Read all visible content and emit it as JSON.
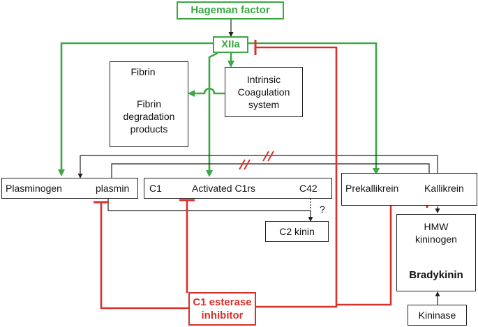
{
  "nodes": {
    "hageman": "Hageman factor",
    "xiia": "XIIa",
    "fibrin": "Fibrin",
    "fdp_1": "Fibrin",
    "fdp_2": "degradation",
    "fdp_3": "products",
    "intrinsic_1": "Intrinsic",
    "intrinsic_2": "Coagulation",
    "intrinsic_3": "system",
    "plasminogen": "Plasminogen",
    "plasmin": "plasmin",
    "c1": "C1",
    "activated_c1rs": "Activated C1rs",
    "c42": "C42",
    "prekallikrein": "Prekallikrein",
    "kallikrein": "Kallikrein",
    "c2kinin": "C2 kinin",
    "question": "?",
    "hmw_1": "HMW",
    "hmw_2": "kininogen",
    "bradykinin": "Bradykinin",
    "kininase": "Kininase",
    "inhibitor_1": "C1 esterase",
    "inhibitor_2": "inhibitor"
  },
  "colors": {
    "activation": "#3aa843",
    "inhibition": "#d9312b",
    "neutral": "#222222"
  }
}
